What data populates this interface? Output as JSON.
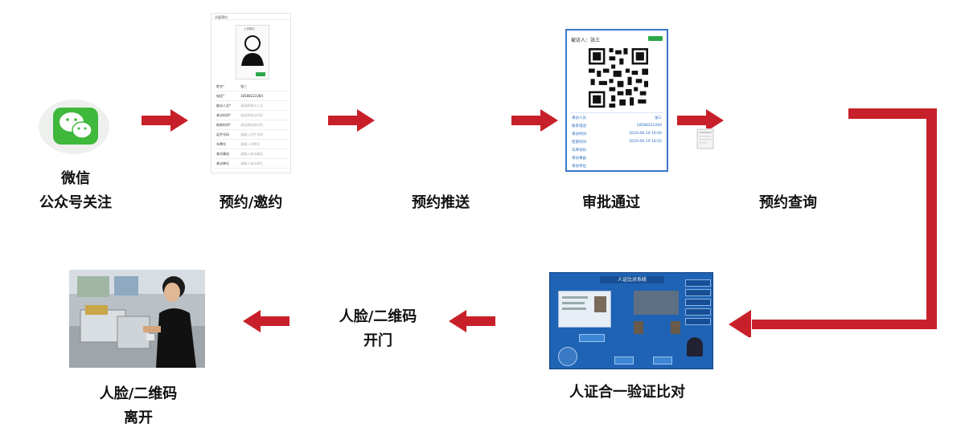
{
  "steps": {
    "follow": {
      "line1": "微信",
      "line2": "公众号关注"
    },
    "reserve": {
      "label": "预约/邀约"
    },
    "push": {
      "label": "预约推送"
    },
    "approve": {
      "label": "审批通过"
    },
    "query": {
      "label": "预约查询"
    },
    "verify": {
      "label": "人证合一验证比对"
    },
    "open": {
      "line1": "人脸/二维码",
      "line2": "开门"
    },
    "leave": {
      "line1": "人脸/二维码",
      "line2": "离开"
    }
  },
  "phone_form": {
    "header": "访客预约",
    "photo_label": "上传照片",
    "rows": [
      {
        "key": "姓名*",
        "value": "张三"
      },
      {
        "key": "电话*",
        "value": "18588222284"
      },
      {
        "key": "被访人员*",
        "value": "请选择被访人员"
      },
      {
        "key": "来访时间*",
        "value": "请选择来访时间"
      },
      {
        "key": "结束时间*",
        "value": "请选择结束时间"
      },
      {
        "key": "证件号码",
        "value": "请输入证件号码"
      },
      {
        "key": "车牌号",
        "value": "请输入车牌号"
      },
      {
        "key": "来访事由",
        "value": "请输入来访事由"
      },
      {
        "key": "来访单位",
        "value": "请输入来访单位"
      }
    ]
  },
  "approval_card": {
    "visitee": "被访人：张三",
    "rows": [
      {
        "key": "来访人员",
        "value": "张三"
      },
      {
        "key": "联系电话",
        "value": "18588222284"
      },
      {
        "key": "来访时间",
        "value": "2020-06-19 16:00"
      },
      {
        "key": "结束时间",
        "value": "2020-06-19 18:02"
      },
      {
        "key": "车牌号码",
        "value": ""
      },
      {
        "key": "来访事由",
        "value": ""
      },
      {
        "key": "来访单位",
        "value": ""
      }
    ]
  },
  "verify_screen": {
    "title": "人证比对系统"
  },
  "colors": {
    "arrow": "#c8202a",
    "wechat_green": "#3fb83c",
    "card_blue": "#3a78c9",
    "screen_blue": "#1f63b4"
  }
}
